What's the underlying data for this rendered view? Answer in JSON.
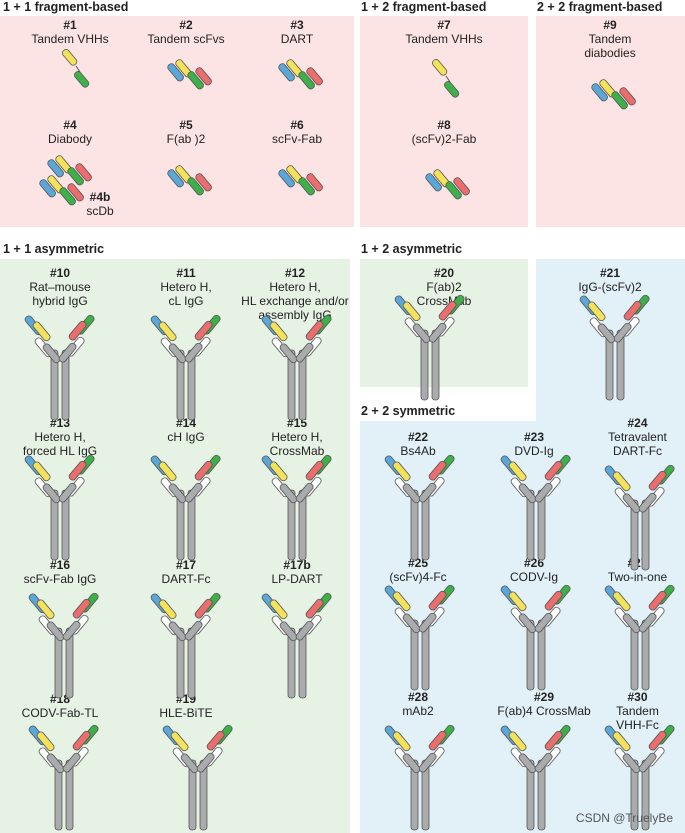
{
  "colors": {
    "pink_bg": "#fde4e4",
    "green_bg": "#e6f2e4",
    "blue_bg": "#e2f0f7",
    "blue": "#5aa8da",
    "yellow": "#f4e35a",
    "green": "#3db04a",
    "red": "#ec6d6d",
    "gray": "#a9abad",
    "white": "#ffffff",
    "black": "#111111"
  },
  "sections": {
    "s1": "1 + 1 fragment-based",
    "s2": "1 + 2 fragment-based",
    "s3": "2 + 2 fragment-based",
    "s4": "1 + 1 asymmetric",
    "s5": "1 + 2 asymmetric",
    "s6": "2 + 2 symmetric"
  },
  "formats": {
    "f1": {
      "num": "#1",
      "name": "Tandem VHHs"
    },
    "f2": {
      "num": "#2",
      "name": "Tandem scFvs"
    },
    "f3": {
      "num": "#3",
      "name": "DART"
    },
    "f4": {
      "num": "#4",
      "name": "Diabody"
    },
    "f4b": {
      "num": "#4b",
      "name": "scDb"
    },
    "f5": {
      "num": "#5",
      "name": "F(ab )2"
    },
    "f6": {
      "num": "#6",
      "name": "scFv-Fab"
    },
    "f7": {
      "num": "#7",
      "name": "Tandem VHHs"
    },
    "f8": {
      "num": "#8",
      "name": "(scFv)2-Fab"
    },
    "f9": {
      "num": "#9",
      "name": "Tandem\ndiabodies"
    },
    "f10": {
      "num": "#10",
      "name": "Rat–mouse\nhybrid IgG"
    },
    "f11": {
      "num": "#11",
      "name": "Hetero H,\ncL IgG"
    },
    "f12": {
      "num": "#12",
      "name": "Hetero H,\nHL exchange and/or\nassembly IgG"
    },
    "f13": {
      "num": "#13",
      "name": "Hetero H,\nforced HL IgG"
    },
    "f14": {
      "num": "#14",
      "name": "cH IgG"
    },
    "f15": {
      "num": "#15",
      "name": "Hetero H,\nCrossMab"
    },
    "f16": {
      "num": "#16",
      "name": "scFv-Fab IgG"
    },
    "f17": {
      "num": "#17",
      "name": "DART-Fc"
    },
    "f17b": {
      "num": "#17b",
      "name": "LP-DART"
    },
    "f18": {
      "num": "#18",
      "name": "CODV-Fab-TL"
    },
    "f19": {
      "num": "#19",
      "name": "HLE-BiTE"
    },
    "f20": {
      "num": "#20",
      "name": "F(ab)2\nCrossMab"
    },
    "f21": {
      "num": "#21",
      "name": "IgG-(scFv)2"
    },
    "f22": {
      "num": "#22",
      "name": "Bs4Ab"
    },
    "f23": {
      "num": "#23",
      "name": "DVD-Ig"
    },
    "f24": {
      "num": "#24",
      "name": "Tetravalent\nDART-Fc"
    },
    "f25": {
      "num": "#25",
      "name": "(scFv)4-Fc"
    },
    "f26": {
      "num": "#26",
      "name": "CODV-Ig"
    },
    "f27": {
      "num": "#27",
      "name": "Two-in-one"
    },
    "f28": {
      "num": "#28",
      "name": "mAb2"
    },
    "f29": {
      "num": "#29",
      "name": "F(ab)4 CrossMab"
    },
    "f30": {
      "num": "#30",
      "name": "Tandem\nVHH-Fc"
    }
  },
  "watermark": "CSDN @TruelyBe"
}
